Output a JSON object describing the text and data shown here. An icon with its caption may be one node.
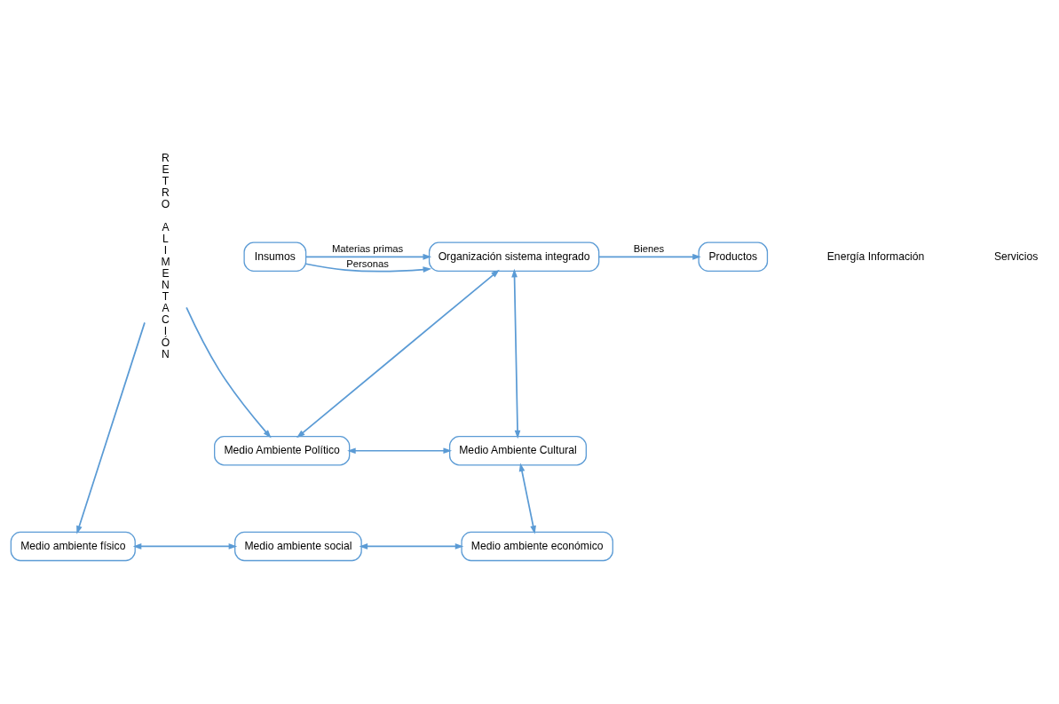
{
  "diagram": {
    "nodes": [
      {
        "text": [
          "Medio ambiente físico"
        ]
      },
      {
        "text": [
          "Medio ambiente social"
        ]
      },
      {
        "text": [
          "Medio ambiente económico"
        ]
      },
      {
        "text": [
          "Insumos"
        ]
      },
      {
        "text": [
          "Organización sistema integrado"
        ]
      },
      {
        "text": [
          "Productos"
        ]
      },
      {
        "text": [
          "Medio Ambiente Político"
        ]
      },
      {
        "text": [
          "Medio Ambiente Cultural"
        ]
      },
      {
        "text": [
          "RETRO ALIMENTACIÓN"
        ]
      }
    ],
    "edges": [
      {
        "from": 8,
        "to": 0,
        "arrow": "to"
      },
      {
        "from": 0,
        "to": 1,
        "arrow": "both"
      },
      {
        "from": 1,
        "to": 2,
        "arrow": "both"
      },
      {
        "from": 7,
        "to": 2,
        "arrow": "both"
      },
      {
        "from": 3,
        "to": 4,
        "arrow": "to",
        "label": "Personas"
      },
      {
        "from": 3,
        "to": 4,
        "arrow": "to",
        "label": "Materias primas"
      },
      {
        "from": 4,
        "to": 5,
        "arrow": "to",
        "label": "Bienes"
      },
      {
        "from": 4,
        "to": 6,
        "arrow": "both"
      },
      {
        "from": 4,
        "to": 7,
        "arrow": "both"
      },
      {
        "from": 6,
        "to": 7,
        "arrow": "both"
      },
      {
        "from": 8,
        "to": 6,
        "arrow": "to"
      }
    ],
    "labels": [
      "Energía Información",
      "Servicios"
    ]
  }
}
